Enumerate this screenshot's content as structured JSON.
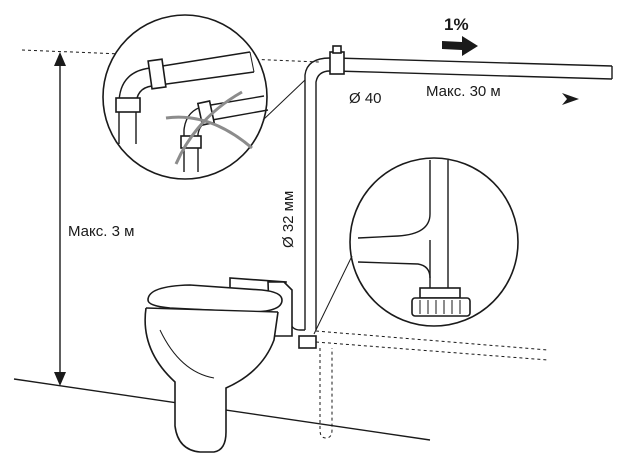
{
  "labels": {
    "slope": "1%",
    "diameter_horizontal": "Ø 40",
    "max_horizontal": "Макс. 30 м",
    "diameter_vertical": "Ø 32 мм",
    "max_height": "Макс. 3 м"
  },
  "colors": {
    "line": "#1a1a1a",
    "grey_mark": "#8c8c8c",
    "background": "#ffffff"
  },
  "icons": {
    "slope_arrow": "arrow-right-icon",
    "distance_arrow": "arrowhead-right-icon"
  }
}
